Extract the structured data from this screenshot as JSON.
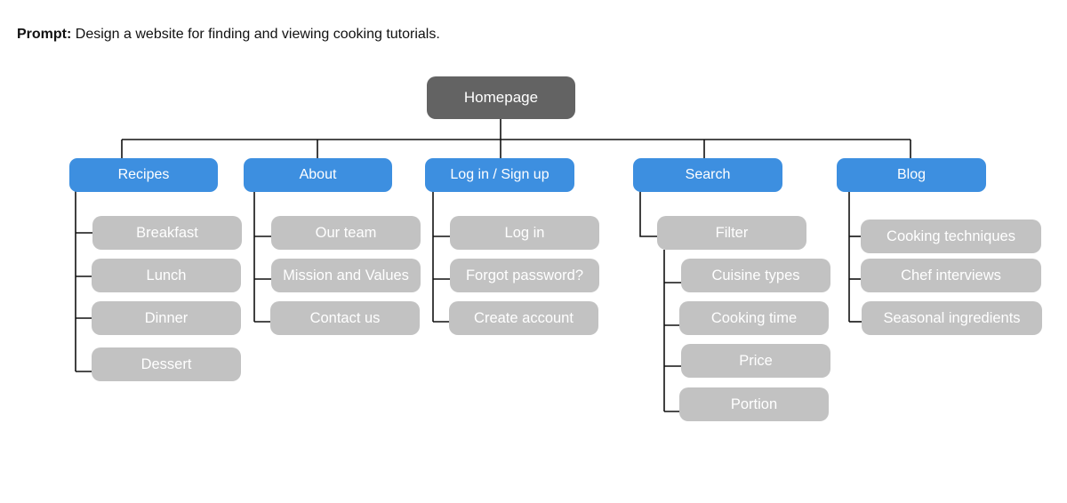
{
  "prompt": {
    "label": "Prompt:",
    "text": " Design a website for finding and viewing cooking tutorials."
  },
  "colors": {
    "root": "#636363",
    "section": "#3d8fe0",
    "leaf": "#c2c2c2",
    "line": "#111111"
  },
  "sitemap": {
    "root": "Homepage",
    "sections": [
      {
        "label": "Recipes",
        "children": [
          {
            "label": "Breakfast"
          },
          {
            "label": "Lunch"
          },
          {
            "label": "Dinner"
          },
          {
            "label": "Dessert"
          }
        ]
      },
      {
        "label": "About",
        "children": [
          {
            "label": "Our team"
          },
          {
            "label": "Mission and Values"
          },
          {
            "label": "Contact us"
          }
        ]
      },
      {
        "label": "Log in / Sign up",
        "children": [
          {
            "label": "Log in"
          },
          {
            "label": "Forgot password?"
          },
          {
            "label": "Create account"
          }
        ]
      },
      {
        "label": "Search",
        "children": [
          {
            "label": "Filter",
            "children": [
              {
                "label": "Cuisine types"
              },
              {
                "label": "Cooking time"
              },
              {
                "label": "Price"
              },
              {
                "label": "Portion"
              }
            ]
          }
        ]
      },
      {
        "label": "Blog",
        "children": [
          {
            "label": "Cooking techniques"
          },
          {
            "label": "Chef interviews"
          },
          {
            "label": "Seasonal ingredients"
          }
        ]
      }
    ]
  }
}
